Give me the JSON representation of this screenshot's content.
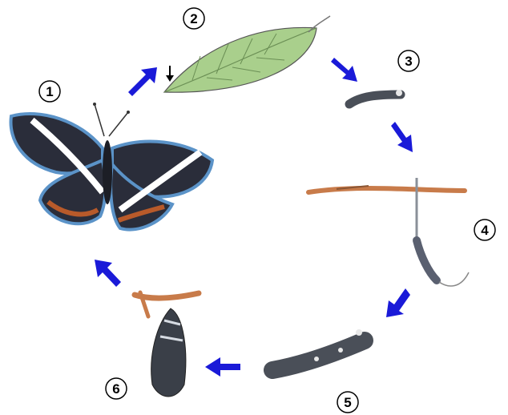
{
  "stages": [
    {
      "number": "1",
      "subject": "butterfly"
    },
    {
      "number": "2",
      "subject": "leaf-with-egg"
    },
    {
      "number": "3",
      "subject": "small-caterpillar"
    },
    {
      "number": "4",
      "subject": "caterpillar-on-twig"
    },
    {
      "number": "5",
      "subject": "large-caterpillar"
    },
    {
      "number": "6",
      "subject": "chrysalis"
    }
  ],
  "colors": {
    "arrow": "#1a1ad8",
    "butterfly_wing": "#2a2d3a",
    "wing_band": "#ffffff",
    "wing_edge": "#5b93c8",
    "wing_orange": "#b85a2a",
    "leaf": "#a9cf8c",
    "caterpillar": "#4a4f58",
    "twig": "#c87b4a"
  }
}
